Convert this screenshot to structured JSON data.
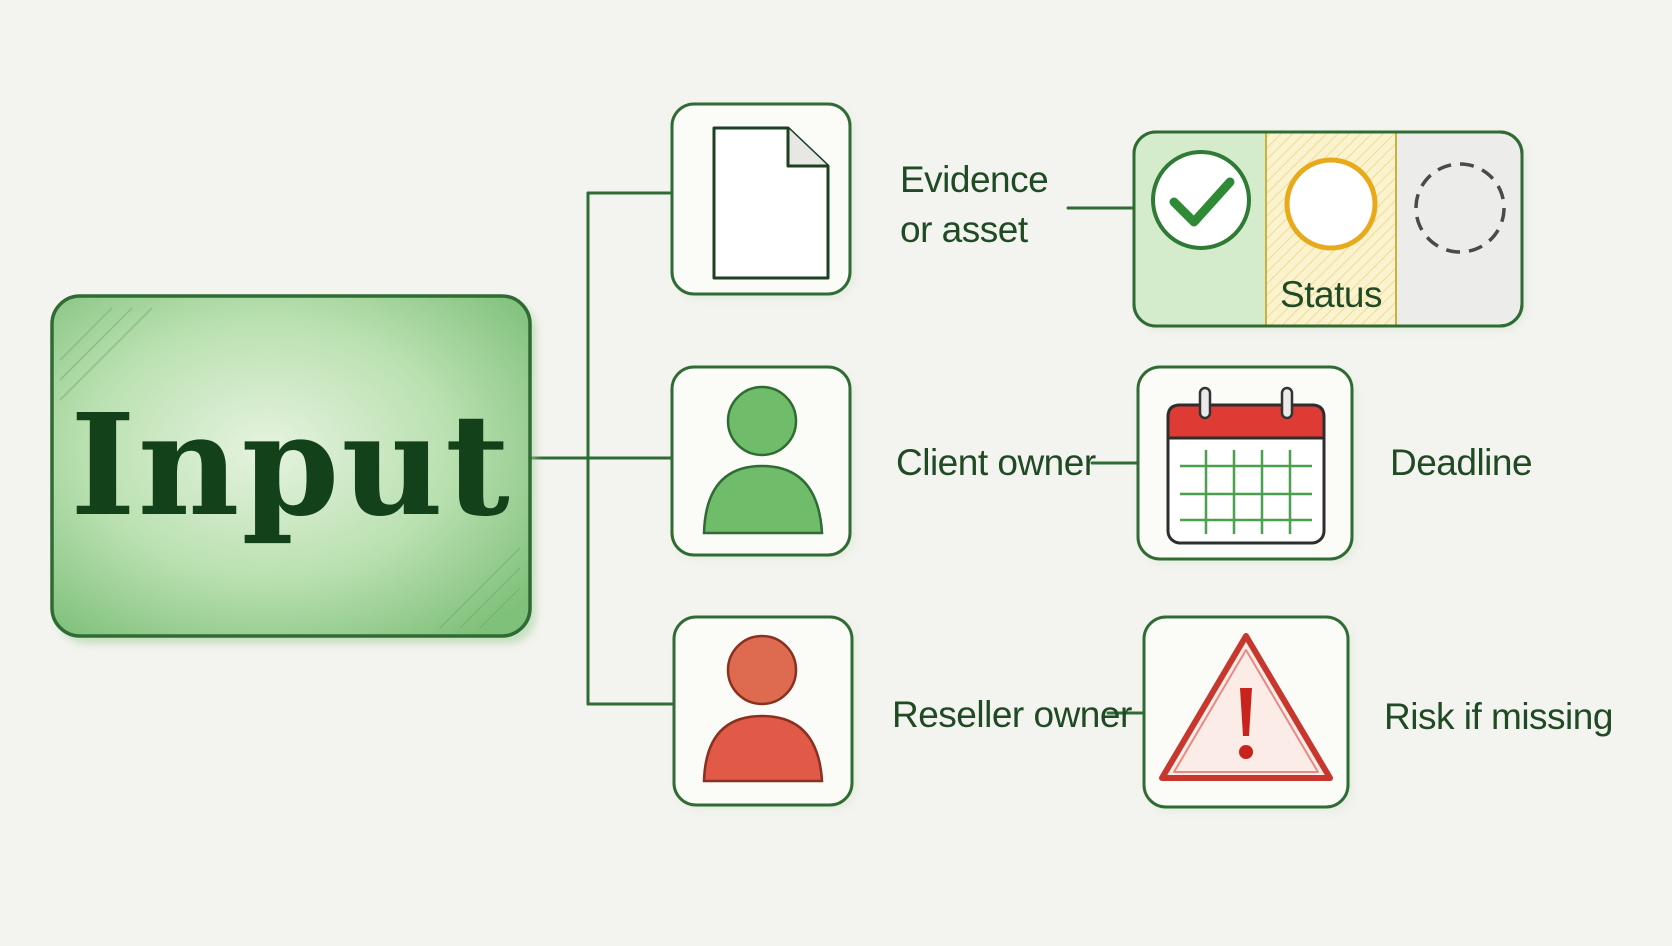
{
  "diagram": {
    "root": {
      "label": "Input"
    },
    "branches": [
      {
        "icon": "document-icon",
        "label_lines": [
          "Evidence",
          "or asset"
        ],
        "detail_icon": "status-indicator"
      },
      {
        "icon": "person-icon",
        "icon_color": "#5cb05f",
        "label": "Client owner",
        "detail_icon": "calendar-icon",
        "detail_label": "Deadline"
      },
      {
        "icon": "person-icon",
        "icon_color": "#e05a46",
        "label": "Reseller owner",
        "detail_icon": "warning-icon",
        "detail_label": "Risk if missing"
      }
    ],
    "status": {
      "label": "Status",
      "states": [
        "check-circle-icon",
        "empty-circle-icon",
        "dashed-circle-icon"
      ],
      "colors": {
        "done": "#2e8b37",
        "pending": "#e8a91a",
        "unknown": "#666666"
      }
    }
  },
  "colors": {
    "line": "#2f6b33",
    "root_fill": "#8fcd8a",
    "background": "#f3f3ef"
  }
}
